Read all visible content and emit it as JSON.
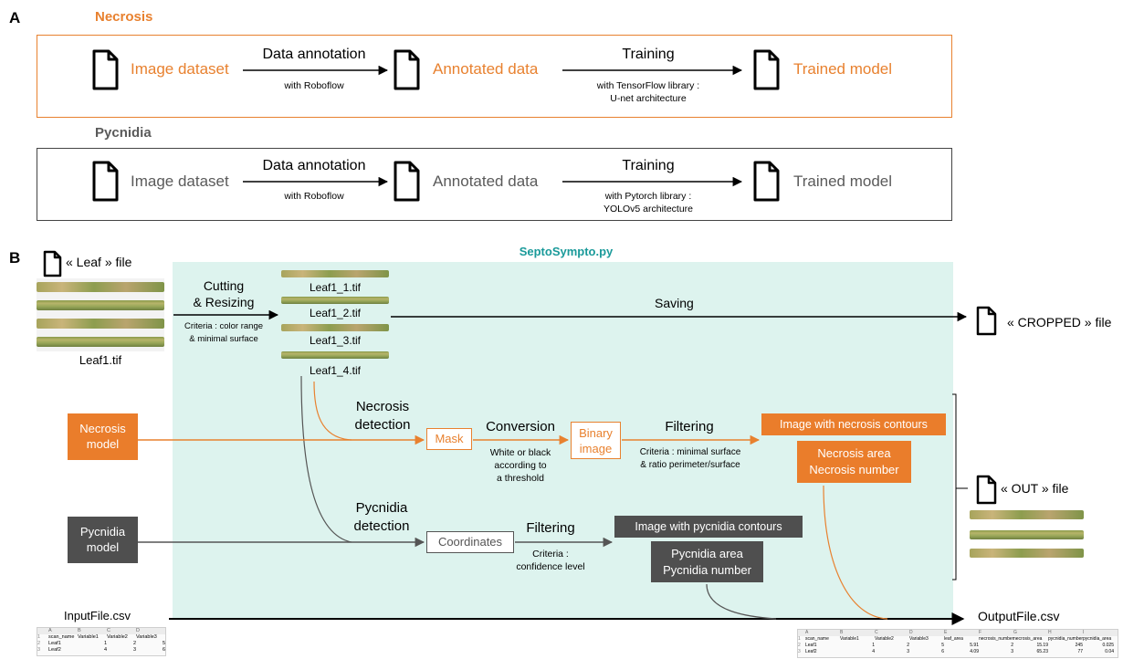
{
  "panel_a": {
    "letter": "A",
    "necrosis": {
      "title": "Necrosis",
      "image_dataset": "Image dataset",
      "annotation_label": "Data annotation",
      "annotation_tool": "with Roboflow",
      "annotated_data": "Annotated data",
      "training_label": "Training",
      "training_detail_1": "with TensorFlow  library :",
      "training_detail_2": "U-net architecture",
      "trained_model": "Trained model"
    },
    "pycnidia": {
      "title": "Pycnidia",
      "image_dataset": "Image dataset",
      "annotation_label": "Data annotation",
      "annotation_tool": "with Roboflow",
      "annotated_data": "Annotated data",
      "training_label": "Training",
      "training_detail_1": "with Pytorch library :",
      "training_detail_2": "YOLOv5 architecture",
      "trained_model": "Trained model"
    }
  },
  "panel_b": {
    "letter": "B",
    "script_name": "SeptoSympto.py",
    "leaf_file": "« Leaf » file",
    "leaf_tif": "Leaf1.tif",
    "cutting_1": "Cutting",
    "cutting_2": "& Resizing",
    "cutting_criteria_1": "Criteria : color range",
    "cutting_criteria_2": "& minimal surface",
    "crops": [
      "Leaf1_1.tif",
      "Leaf1_2.tif",
      "Leaf1_3.tif",
      "Leaf1_4.tif"
    ],
    "saving": "Saving",
    "cropped_file": "« CROPPED » file",
    "necrosis_model": "Necrosis model",
    "necrosis_detection_1": "Necrosis",
    "necrosis_detection_2": "detection",
    "mask": "Mask",
    "conversion": "Conversion",
    "conversion_detail": [
      "White or black",
      "according to",
      "a threshold"
    ],
    "binary_image_1": "Binary",
    "binary_image_2": "image",
    "filtering": "Filtering",
    "necrosis_filter_1": "Criteria : minimal surface",
    "necrosis_filter_2": "& ratio perimeter/surface",
    "necrosis_contours": "Image with necrosis contours",
    "necrosis_area": "Necrosis area",
    "necrosis_number": "Necrosis number",
    "pycnidia_model": "Pycnidia model",
    "pycnidia_detection_1": "Pycnidia",
    "pycnidia_detection_2": "detection",
    "coordinates": "Coordinates",
    "pycnidia_filter_1": "Criteria :",
    "pycnidia_filter_2": "confidence level",
    "pycnidia_contours": "Image with pycnidia contours",
    "pycnidia_area": "Pycnidia area",
    "pycnidia_number": "Pycnidia number",
    "out_file": "« OUT » file",
    "input_file": "InputFile.csv",
    "output_file": "OutputFile.csv"
  },
  "input_table": {
    "cols": [
      "A",
      "B",
      "C",
      "D"
    ],
    "rows": [
      [
        "scan_name",
        "Variable1",
        "Variable2",
        "Variable3"
      ],
      [
        "Leaf1",
        "1",
        "2",
        "5"
      ],
      [
        "Leaf2",
        "4",
        "3",
        "6"
      ]
    ]
  },
  "output_table": {
    "cols": [
      "A",
      "B",
      "C",
      "D",
      "E",
      "F",
      "G",
      "H",
      "I"
    ],
    "rows": [
      [
        "scan_name",
        "Variable1",
        "Variable2",
        "Variable3",
        "leaf_area",
        "necrosis_number",
        "necrosis_area",
        "pycnidia_number",
        "pycnidia_area"
      ],
      [
        "Leaf1",
        "1",
        "2",
        "5",
        "5.91",
        "2",
        "15.19",
        "245",
        "0.025"
      ],
      [
        "Leaf2",
        "4",
        "3",
        "6",
        "4.09",
        "3",
        "65.23",
        "77",
        "0.04"
      ]
    ]
  },
  "colors": {
    "orange": "#e8812f",
    "dark": "#4f4f4f",
    "teal": "#ddf3ee"
  }
}
